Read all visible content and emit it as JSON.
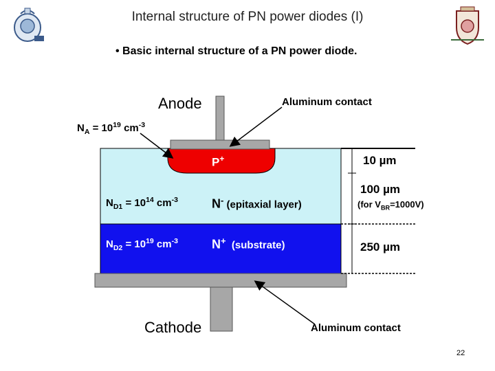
{
  "title": "Internal structure of PN power diodes (I)",
  "bullet": "• Basic internal structure of a PN power diode.",
  "labels": {
    "anode": "Anode",
    "cathode": "Cathode",
    "aluminum_contact_top": "Aluminum contact",
    "aluminum_contact_bottom": "Aluminum contact",
    "na_prefix": "N",
    "na_sub": "A",
    "na_value": " = 10",
    "na_exp": "19",
    "na_unit": " cm",
    "na_unit_exp": "-3",
    "p_plus": "P",
    "p_plus_sup": "+",
    "nd1_prefix": "N",
    "nd1_sub": "D1",
    "nd1_value": " = 10",
    "nd1_exp": "14",
    "nd1_unit": " cm",
    "nd1_unit_exp": "-3",
    "n_minus": "N",
    "n_minus_sup": "-",
    "n_minus_desc": " (epitaxial layer)",
    "nd2_prefix": "N",
    "nd2_sub": "D2",
    "nd2_value": " = 10",
    "nd2_exp": "19",
    "nd2_unit": " cm",
    "nd2_unit_exp": "-3",
    "n_plus": "N",
    "n_plus_sup": "+",
    "n_plus_desc": "  (substrate)",
    "dim_p": "10 µm",
    "dim_epi": "100 µm",
    "dim_epi_note_prefix": "(for V",
    "dim_epi_note_sub": "BR",
    "dim_epi_note_suffix": "=1000V)",
    "dim_sub": "250 µm"
  },
  "page_number": "22",
  "colors": {
    "epitaxial": "#ccf2f7",
    "substrate": "#1111ee",
    "p_region": "#ee0000",
    "metal": "#a7a7a7"
  },
  "icons": {
    "left_logo": "university-logo-icon",
    "right_logo": "crest-icon"
  }
}
